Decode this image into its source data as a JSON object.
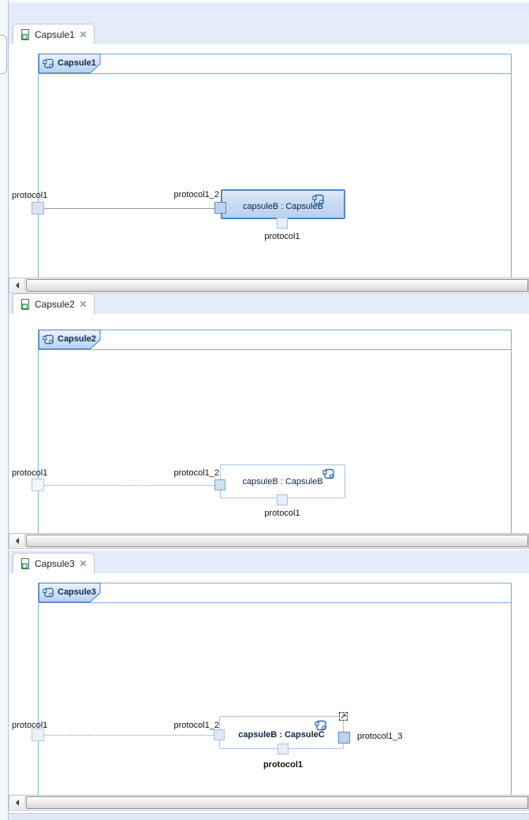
{
  "colors": {
    "canvas_background": "#ffffff",
    "band_background": "#e3ecf8",
    "frame_border": "#7fa8da",
    "header_border": "#4d7cba",
    "part_selected_border": "#5484bd",
    "part_border": "#a9c5e2",
    "port_blue_fill": "#bcd4ec",
    "port_blue_border": "#5d89bf",
    "connector": "#9a9a9a",
    "icon_blue": "#2f66ac",
    "file_icon_green": "#2e9e4a"
  },
  "icons": {
    "editor_tab_icon": "diagram-file-icon",
    "tab_close_icon": "close-icon",
    "capsule_icon": "capsule-icon",
    "inherited_marker": "inherited-decorator-icon",
    "scrollbar_left": "scroll-left-arrow-icon"
  },
  "panels": [
    {
      "tab": {
        "label": "Capsule1"
      },
      "frame": {
        "label": "Capsule1"
      },
      "frame_port": {
        "label": "protocol1"
      },
      "connector_style": "solid",
      "part": {
        "name": "capsuleB : CapsuleB",
        "left_port_label": "protocol1_2",
        "bottom_port_label": "protocol1"
      }
    },
    {
      "tab": {
        "label": "Capsule2"
      },
      "frame": {
        "label": "Capsule2"
      },
      "frame_port": {
        "label": "protocol1"
      },
      "connector_style": "dotted",
      "part": {
        "name": "capsuleB : CapsuleB",
        "left_port_label": "protocol1_2",
        "bottom_port_label": "protocol1"
      }
    },
    {
      "tab": {
        "label": "Capsule3"
      },
      "frame": {
        "label": "Capsule3"
      },
      "frame_port": {
        "label": "protocol1"
      },
      "connector_style": "dotted",
      "part": {
        "name": "capsuleB : CapsuleC",
        "left_port_label": "protocol1_2",
        "bottom_port_label": "protocol1",
        "right_port_label": "protocol1_3"
      }
    }
  ]
}
